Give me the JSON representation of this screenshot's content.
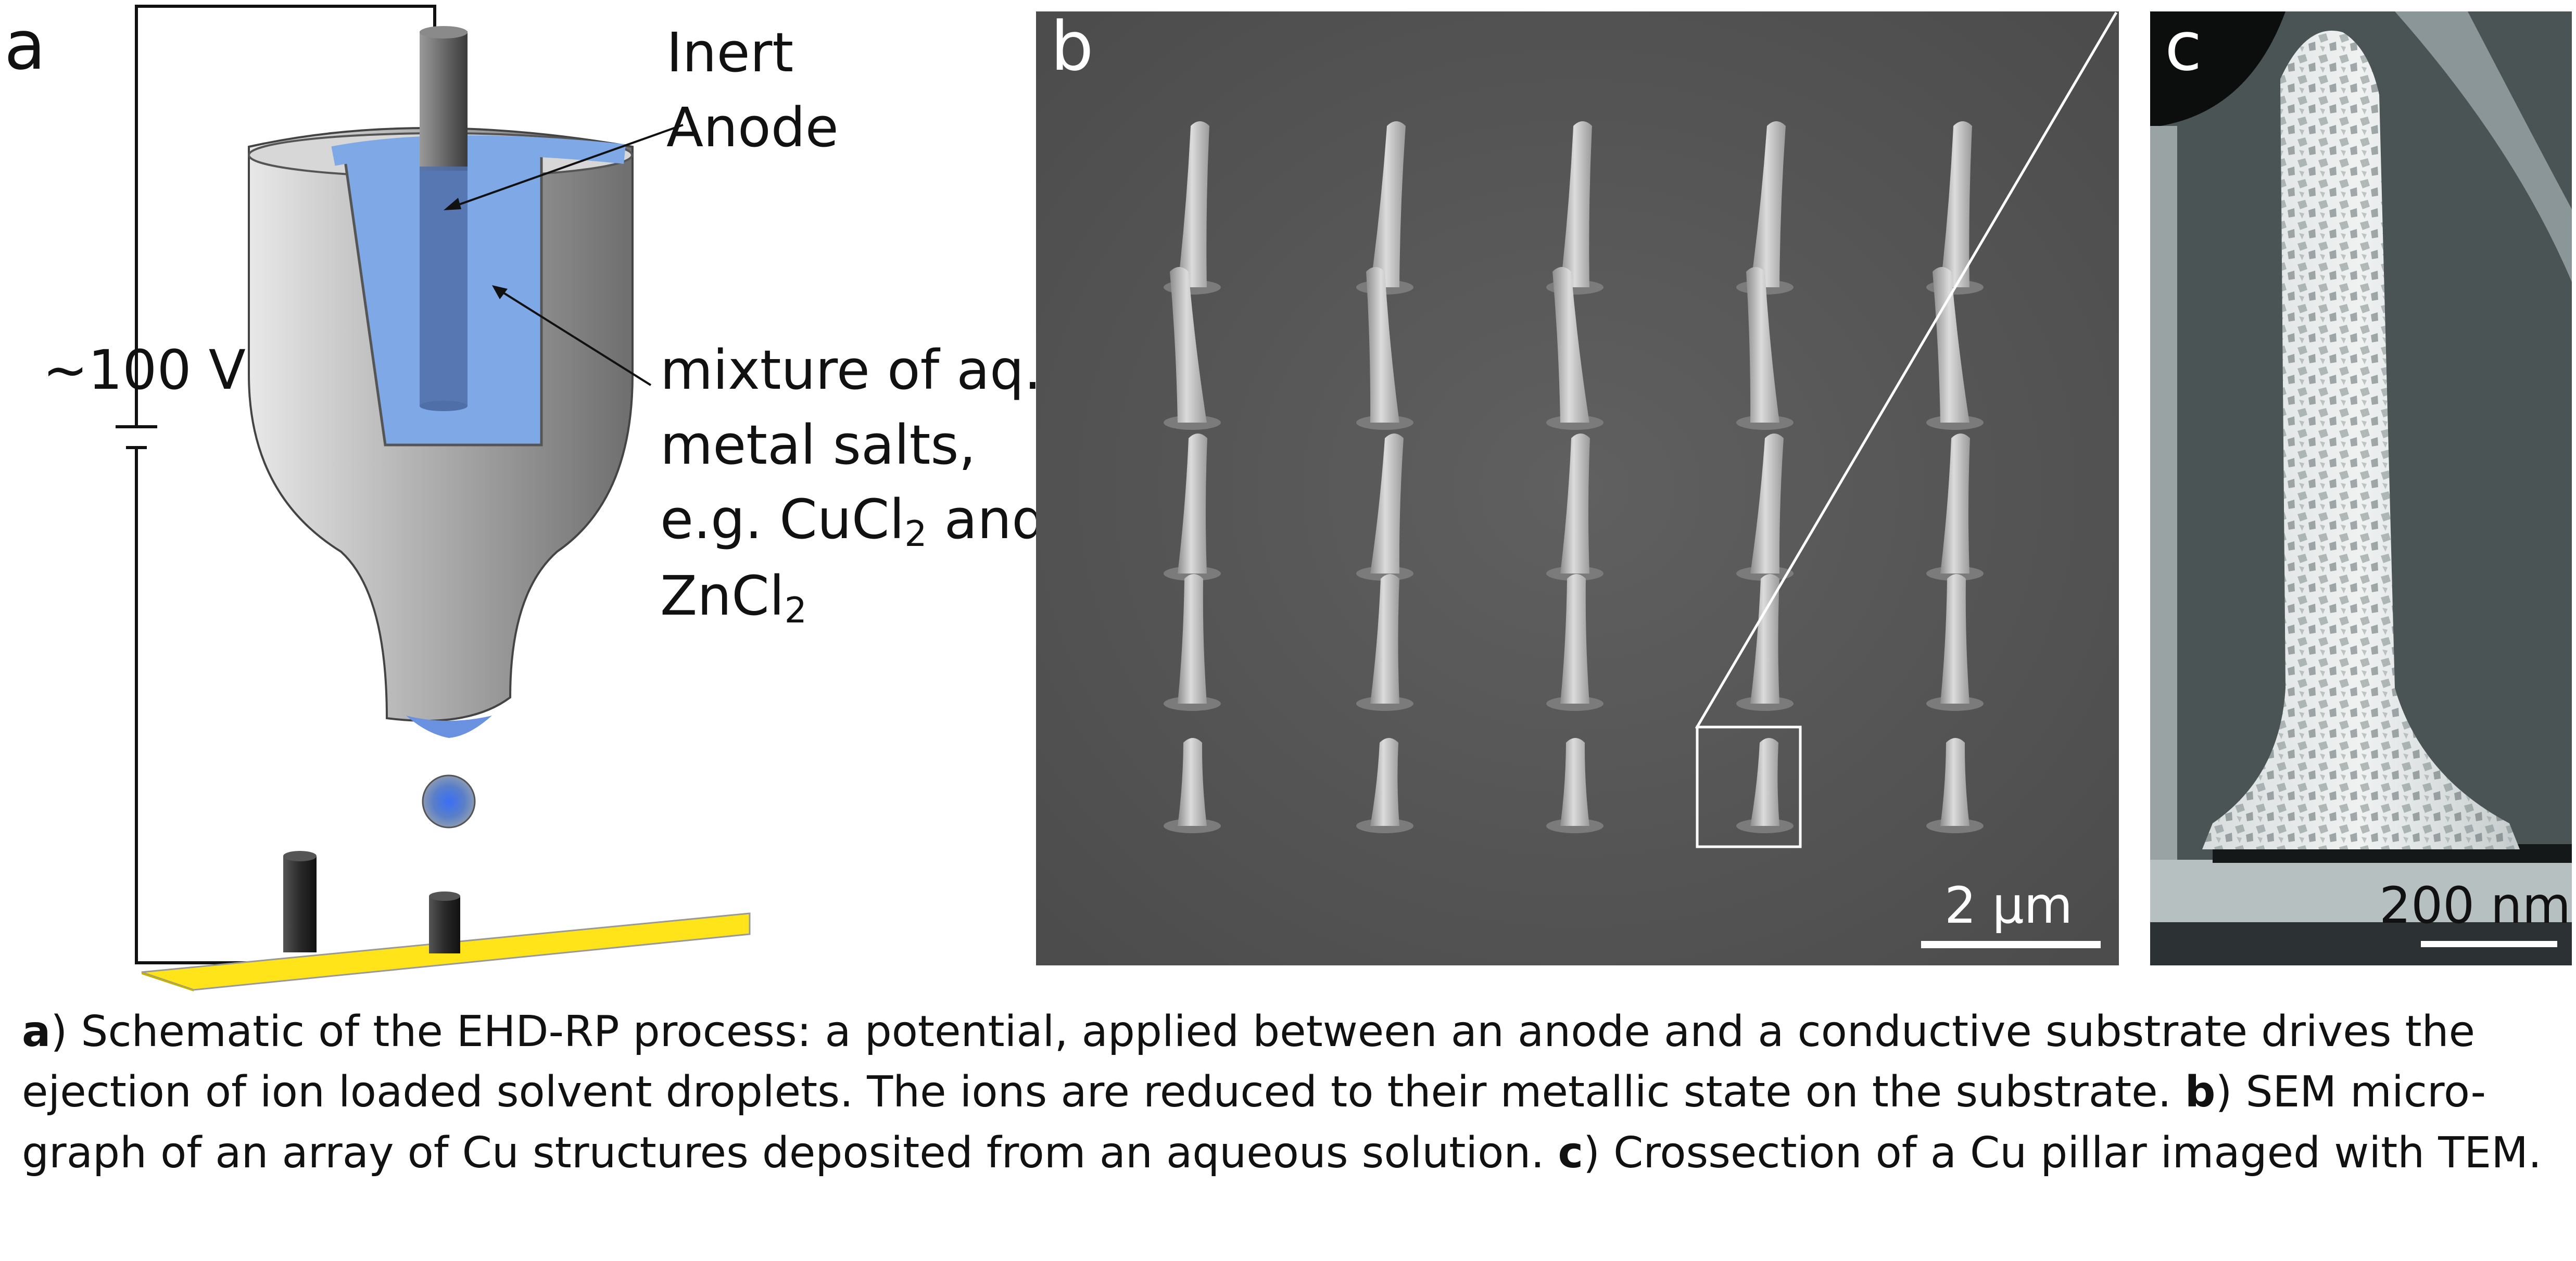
{
  "panel_a": {
    "letter": "a",
    "voltage": "~100 V",
    "anode_line1": "Inert",
    "anode_line2": "Anode",
    "mixture_line1": "mixture of aq.",
    "mixture_line2": "metal salts,",
    "mixture_line3_pre": "e.g. CuCl",
    "mixture_line3_sub": "2",
    "mixture_line3_post": " and",
    "mixture_line4_pre": "ZnCl",
    "mixture_line4_sub": "2"
  },
  "panel_b": {
    "letter": "b",
    "scale": "2 µm"
  },
  "panel_c": {
    "letter": "c",
    "scale": "200 nm"
  },
  "caption": {
    "a_label": "a",
    "a_text": ") Schematic of the EHD-RP process: a potential, applied between an anode and a conductive substrate drives the ejection of ion loaded solvent droplets. The ions are reduced to their metallic state on the substrate.  ",
    "b_label": "b",
    "b_text": ") SEM micro-graph of an array of Cu structures deposited from an aqueous solution. ",
    "c_label": "c",
    "c_text": ") Crossection of a Cu pillar imaged with TEM."
  },
  "colors": {
    "solution_blue": "#7ea8e6",
    "substrate_yellow": "#ffe41a",
    "sem_background": "#545454",
    "tem_background": "#3c4344"
  }
}
